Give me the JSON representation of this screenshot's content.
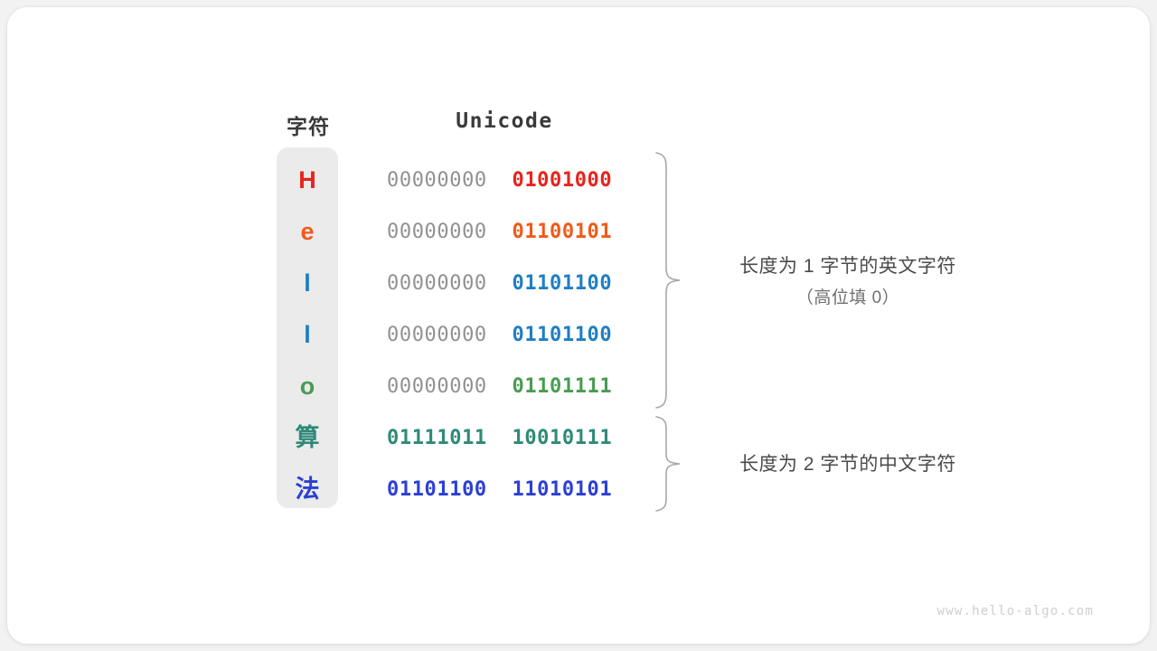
{
  "figure": {
    "headers": {
      "char": "字符",
      "unicode": "Unicode"
    },
    "rows": [
      {
        "char": "H",
        "char_color": "#e8231c",
        "high_byte": "00000000",
        "low_byte": "01001000",
        "low_color": "#e8231c",
        "high_filled": false
      },
      {
        "char": "e",
        "char_color": "#ef5b18",
        "high_byte": "00000000",
        "low_byte": "01100101",
        "low_color": "#ef5b18",
        "high_filled": false
      },
      {
        "char": "l",
        "char_color": "#1f7fc4",
        "high_byte": "00000000",
        "low_byte": "01101100",
        "low_color": "#1f7fc4",
        "high_filled": false
      },
      {
        "char": "l",
        "char_color": "#1f7fc4",
        "high_byte": "00000000",
        "low_byte": "01101100",
        "low_color": "#1f7fc4",
        "high_filled": false
      },
      {
        "char": "o",
        "char_color": "#4a9c52",
        "high_byte": "00000000",
        "low_byte": "01101111",
        "low_color": "#4a9c52",
        "high_filled": false
      },
      {
        "char": "算",
        "char_color": "#2f8a78",
        "high_byte": "01111011",
        "low_byte": "10010111",
        "low_color": "#2f8a78",
        "high_filled": true
      },
      {
        "char": "法",
        "char_color": "#2b3fd4",
        "high_byte": "01101100",
        "low_byte": "11010101",
        "low_color": "#2b3fd4",
        "high_filled": true
      }
    ],
    "annotations": [
      {
        "main": "长度为 1 字节的英文字符",
        "sub": "（高位填 0）"
      },
      {
        "main": "长度为 2 字节的中文字符",
        "sub": ""
      }
    ],
    "watermark": "www.hello-algo.com",
    "colors": {
      "pill_background": "#ebebeb",
      "high_byte_gray": "#919191",
      "annotation_text": "#4a4a4a",
      "card_background": "#ffffff",
      "page_background": "#f2f2f2"
    }
  }
}
